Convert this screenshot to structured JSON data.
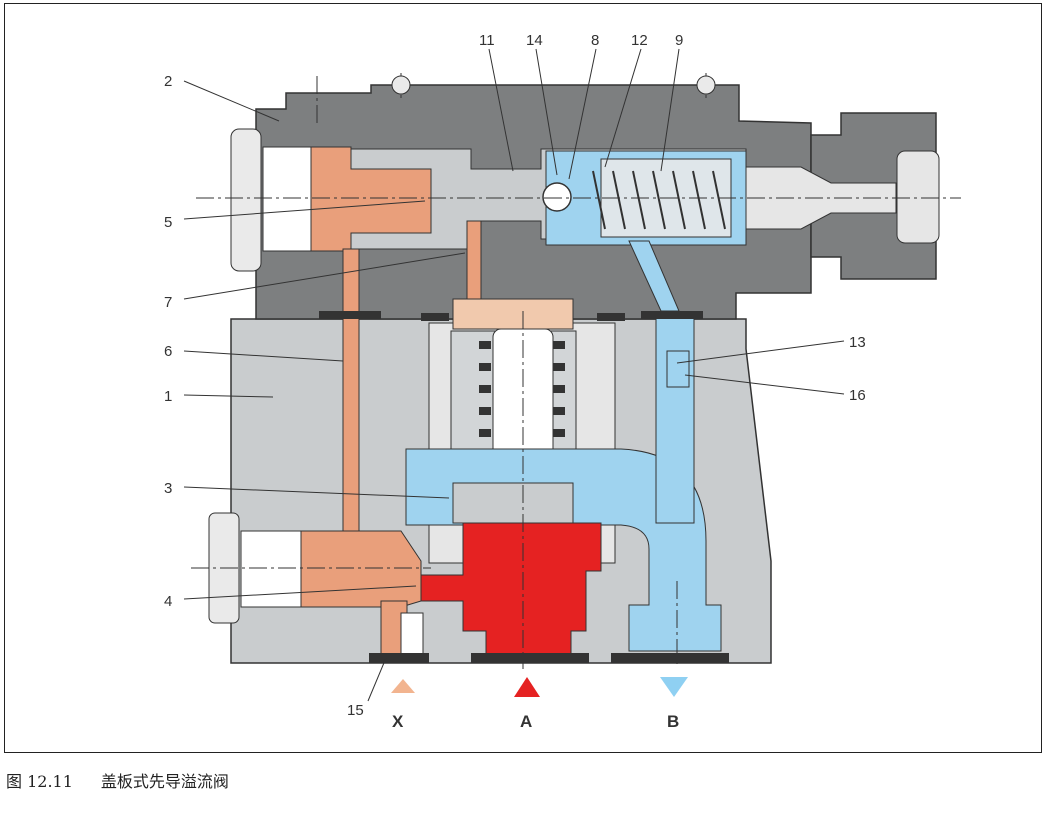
{
  "figure": {
    "number": "图 12.11",
    "title": "盖板式先导溢流阀"
  },
  "callouts": [
    "1",
    "2",
    "3",
    "4",
    "5",
    "6",
    "7",
    "8",
    "9",
    "11",
    "12",
    "13",
    "14",
    "15",
    "16"
  ],
  "ports": {
    "x": "X",
    "a": "A",
    "b": "B"
  },
  "colors": {
    "housing_dark": "#7d7f80",
    "body_light": "#c9ccce",
    "pilot_orange": "#e99f7b",
    "pressure_red": "#e52222",
    "tank_blue": "#9fd3ef",
    "outline": "#333333"
  }
}
